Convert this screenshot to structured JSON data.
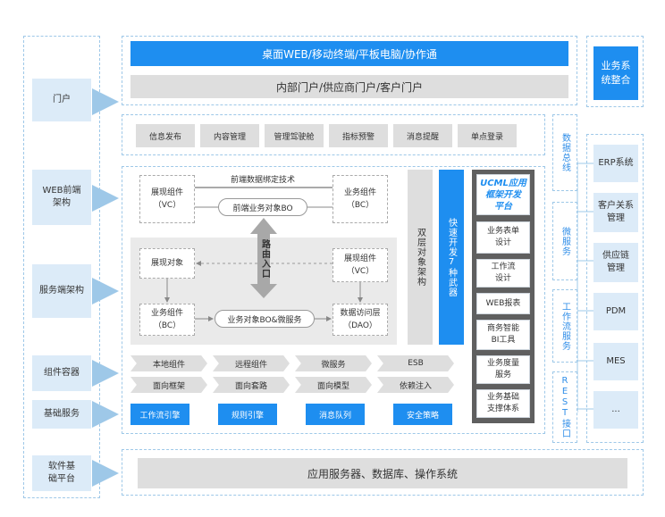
{
  "left_labels": [
    "门户",
    "WEB前端\n架构",
    "服务端架构",
    "组件容器",
    "基础服务",
    "软件基\n础平台"
  ],
  "portal": {
    "bar1": "桌面WEB/移动终端/平板电脑/协作通",
    "bar2": "内部门户/供应商门户/客户门户"
  },
  "integration": "业务系\n统整合",
  "web_tabs": [
    "信息发布",
    "内容管理",
    "管理驾驶舱",
    "指标预警",
    "消息提醒",
    "单点登录"
  ],
  "frontend": {
    "binding_label": "前端数据绑定技术",
    "vc_left": "展现组件\n（VC）",
    "bo_pill": "前端业务对象BO",
    "bc_right": "业务组件\n（BC）"
  },
  "server": {
    "show_object": "展现对象",
    "route": "路由入口",
    "vc_right": "展现组件\n（VC）",
    "bc_left": "业务组件\n（BC）",
    "bo_pill": "业务对象BO&微服务",
    "dao": "数据访问层\n（DAO）"
  },
  "double_layer": "双层对象架构",
  "rapid_dev": "快速开发7种武器",
  "ucml": {
    "title": "UCML应用\n框架开发\n平台",
    "items": [
      "业务表单\n设计",
      "工作流\n设计",
      "WEB报表",
      "商务智能\nBI工具",
      "业务度量\n服务",
      "业务基础\n支撑体系"
    ]
  },
  "containers": {
    "row1": [
      "本地组件",
      "远程组件",
      "微服务",
      "ESB"
    ],
    "row2": [
      "面向框架",
      "面向套路",
      "面向模型",
      "依赖注入"
    ]
  },
  "base_services": [
    "工作流引擎",
    "规则引擎",
    "消息队列",
    "安全策略"
  ],
  "platform": "应用服务器、数据库、操作系统",
  "right_side": [
    "数据总线",
    "微服务",
    "工作流服务",
    "REST接口"
  ],
  "systems": [
    "ERP系统",
    "客户关系\n管理",
    "供应链\n管理",
    "PDM",
    "MES",
    "..."
  ],
  "colors": {
    "accent": "#1e8ef0",
    "label_bg": "#dcebf8",
    "gray": "#dedede",
    "dash": "#9ec8e8"
  }
}
